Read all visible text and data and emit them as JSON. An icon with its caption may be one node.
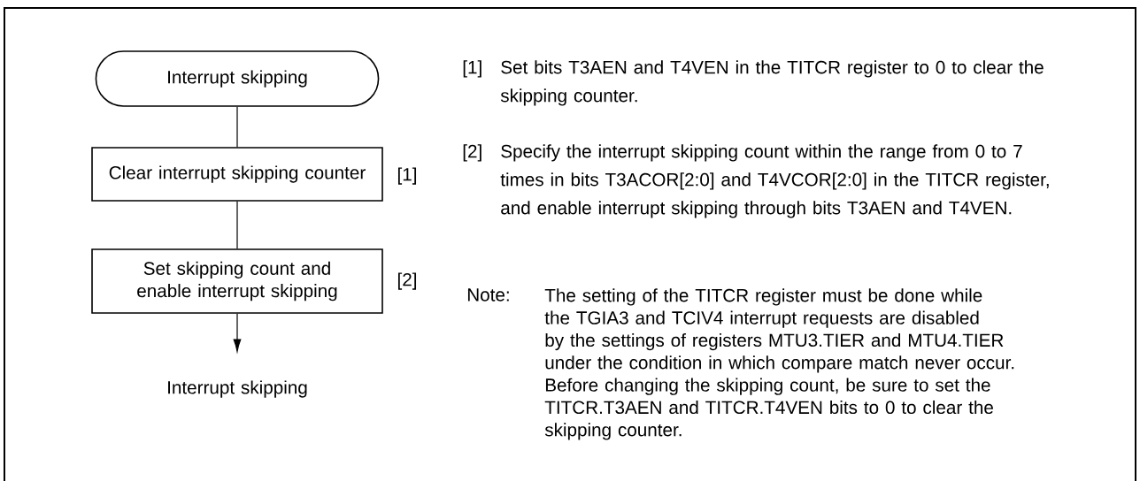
{
  "diagram": {
    "nodes": [
      {
        "text": [
          "Interrupt skipping"
        ]
      },
      {
        "text": [
          "Clear interrupt skipping counter"
        ],
        "beside": [
          "[1]"
        ]
      },
      {
        "text": [
          "Set skipping count and enable interrupt skipping"
        ],
        "beside": [
          "[2]"
        ]
      },
      {
        "text": [
          "Interrupt skipping"
        ]
      }
    ],
    "edges": [
      {
        "from": 0,
        "to": 1,
        "arrow": "none"
      },
      {
        "from": 1,
        "to": 2,
        "arrow": "none"
      },
      {
        "from": 2,
        "to": 3,
        "arrow": "to"
      }
    ],
    "labels": [
      "[1]",
      "Set bits T3AEN and T4VEN in the TITCR register to 0 to clear the skipping counter.",
      "[2]",
      "Specify the interrupt skipping count within the range from 0 to 7 times in bits T3ACOR[2:0] and T4VCOR[2:0] in the TITCR register, and enable interrupt skipping through bits T3AEN and T4VEN.",
      "Note:",
      "The setting of the TITCR register must be done while the TGIA3 and TCIV4 interrupt requests are disabled by the settings of registers MTU3.TIER and MTU4.TIER under the condition in which compare match never occur. Before changing the skipping count, be sure to set the TITCR.T3AEN and TITCR.T4VEN bits to 0 to clear the skipping counter."
    ]
  }
}
